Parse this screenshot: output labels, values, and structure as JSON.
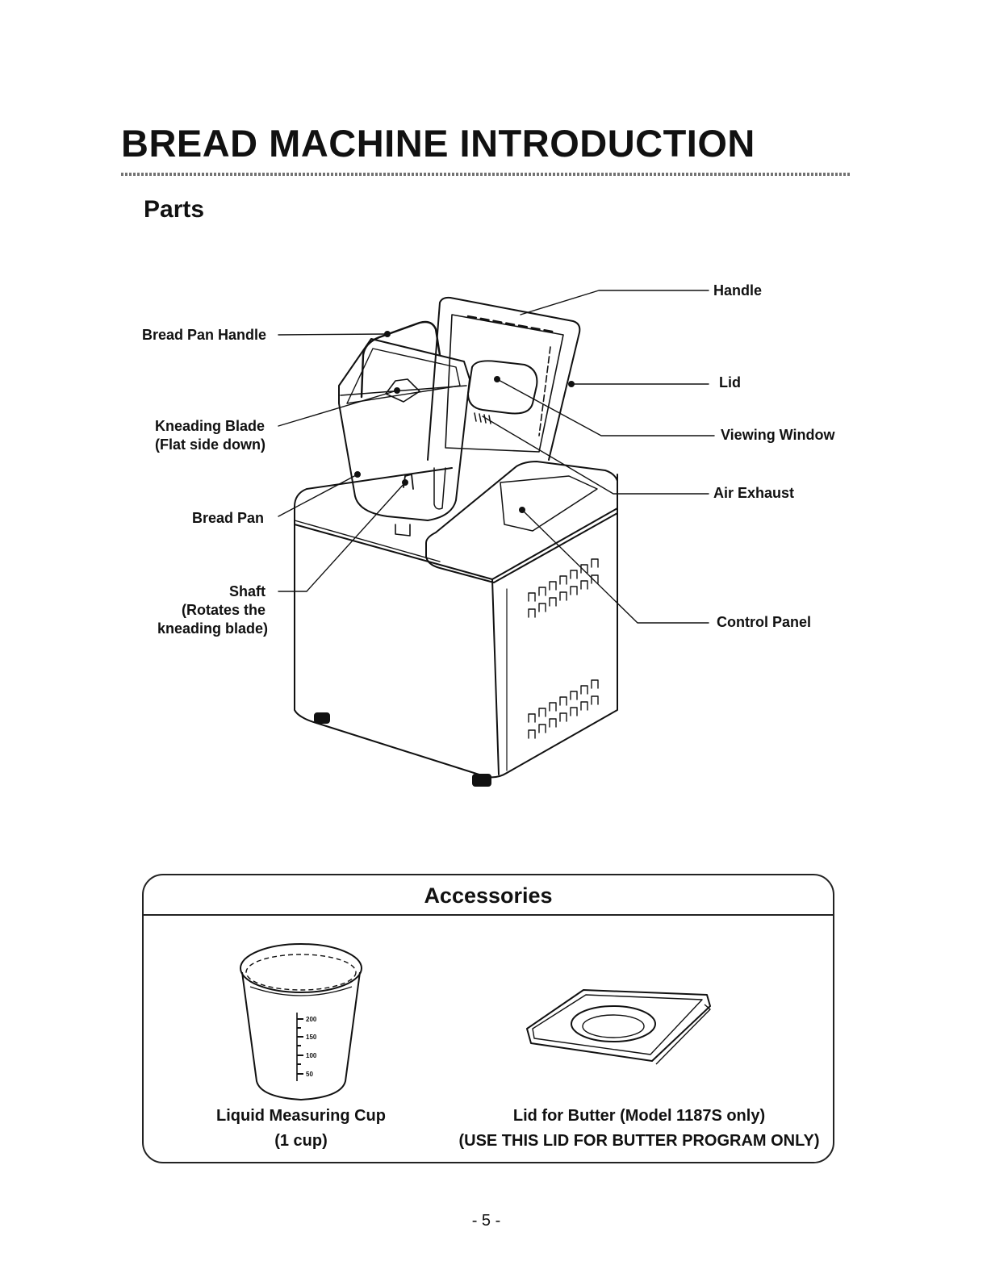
{
  "page": {
    "title": "BREAD MACHINE INTRODUCTION",
    "section": "Parts",
    "page_number": "- 5 -"
  },
  "parts": {
    "bread_pan_handle": "Bread Pan Handle",
    "kneading_blade": "Kneading Blade",
    "kneading_blade_note": "(Flat side down)",
    "bread_pan": "Bread Pan",
    "shaft": "Shaft",
    "shaft_note_1": "(Rotates the",
    "shaft_note_2": "kneading blade)",
    "handle": "Handle",
    "lid": "Lid",
    "viewing_window": "Viewing Window",
    "air_exhaust": "Air Exhaust",
    "control_panel": "Control Panel"
  },
  "accessories": {
    "title": "Accessories",
    "cup_label": "Liquid Measuring Cup",
    "cup_size": "(1 cup)",
    "cup_scale": [
      "200",
      "150",
      "100",
      "50"
    ],
    "butter_lid_label": "Lid for Butter (Model 1187S only)",
    "butter_lid_note": "(USE THIS LID FOR BUTTER PROGRAM ONLY)"
  }
}
